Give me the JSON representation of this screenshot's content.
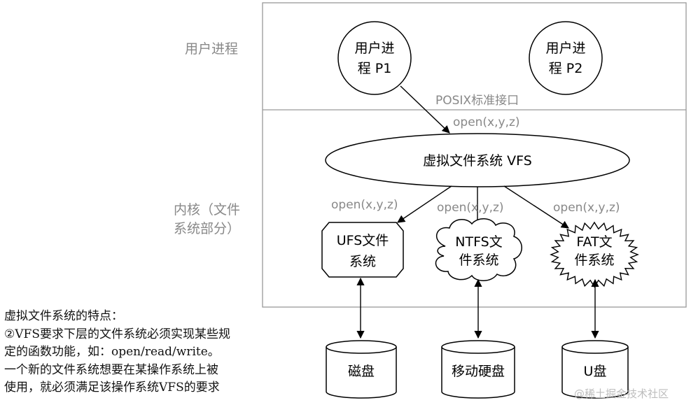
{
  "regions": {
    "user": "用户进程",
    "kernel_line1": "内核（文件",
    "kernel_line2": "系统部分）"
  },
  "interface_label": "POSIX标准接口",
  "processes": [
    {
      "line1": "用户进",
      "line2": "程 P1"
    },
    {
      "line1": "用户进",
      "line2": "程 P2"
    }
  ],
  "vfs_label": "虚拟文件系统 VFS",
  "calls": {
    "p1_to_vfs": "open(x,y,z)",
    "vfs_to_ufs": "open(x,y,z)",
    "vfs_to_ntfs": "open(x,y,z)",
    "vfs_to_fat": "open(x,y,z)"
  },
  "filesystems": [
    {
      "line1": "UFS文件",
      "line2": "系统"
    },
    {
      "line1": "NTFS文",
      "line2": "件系统"
    },
    {
      "line1": "FAT文",
      "line2": "件系统"
    }
  ],
  "storage": [
    "磁盘",
    "移动硬盘",
    "U盘"
  ],
  "notes": [
    "虚拟文件系统的特点：",
    "②VFS要求下层的文件系统必须实现某些规",
    "定的函数功能，如：open/read/write。",
    "一个新的文件系统想要在某操作系统上被",
    "使用，就必须满足该操作系统VFS的要求"
  ],
  "watermark": "@稀土掘金技术社区"
}
